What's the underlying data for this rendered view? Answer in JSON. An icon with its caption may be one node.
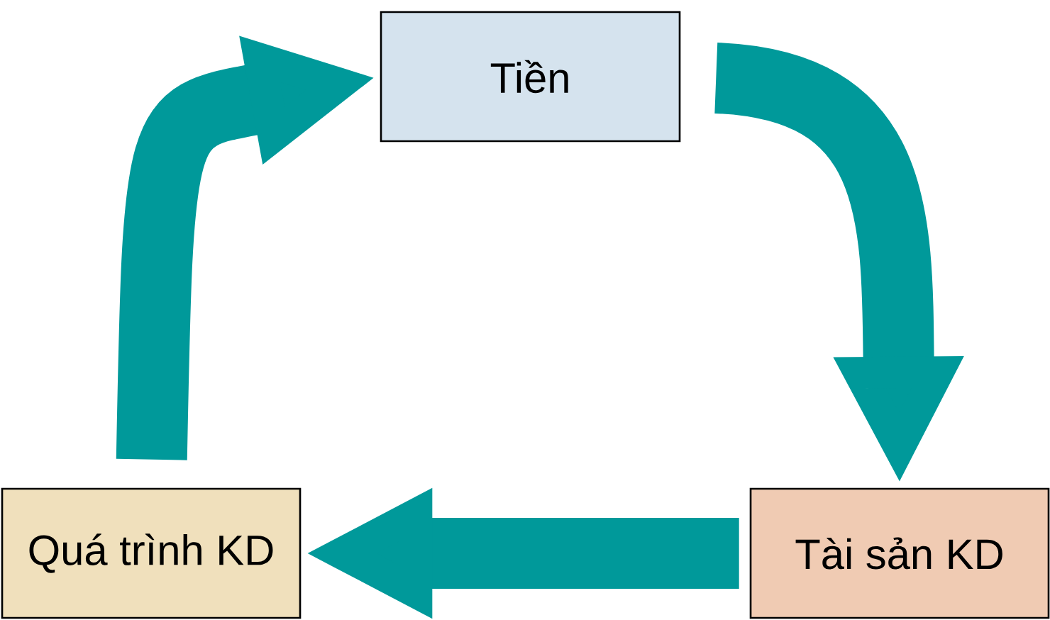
{
  "diagram": {
    "nodes": [
      {
        "text": [
          "Tiền"
        ]
      },
      {
        "text": [
          "Tài sản KD"
        ]
      },
      {
        "text": [
          "Quá trình KD"
        ]
      }
    ],
    "edges": [
      {
        "from": 0,
        "to": 1,
        "arrow": "to"
      },
      {
        "from": 1,
        "to": 2,
        "arrow": "to"
      },
      {
        "from": 2,
        "to": 0,
        "arrow": "to"
      }
    ]
  }
}
